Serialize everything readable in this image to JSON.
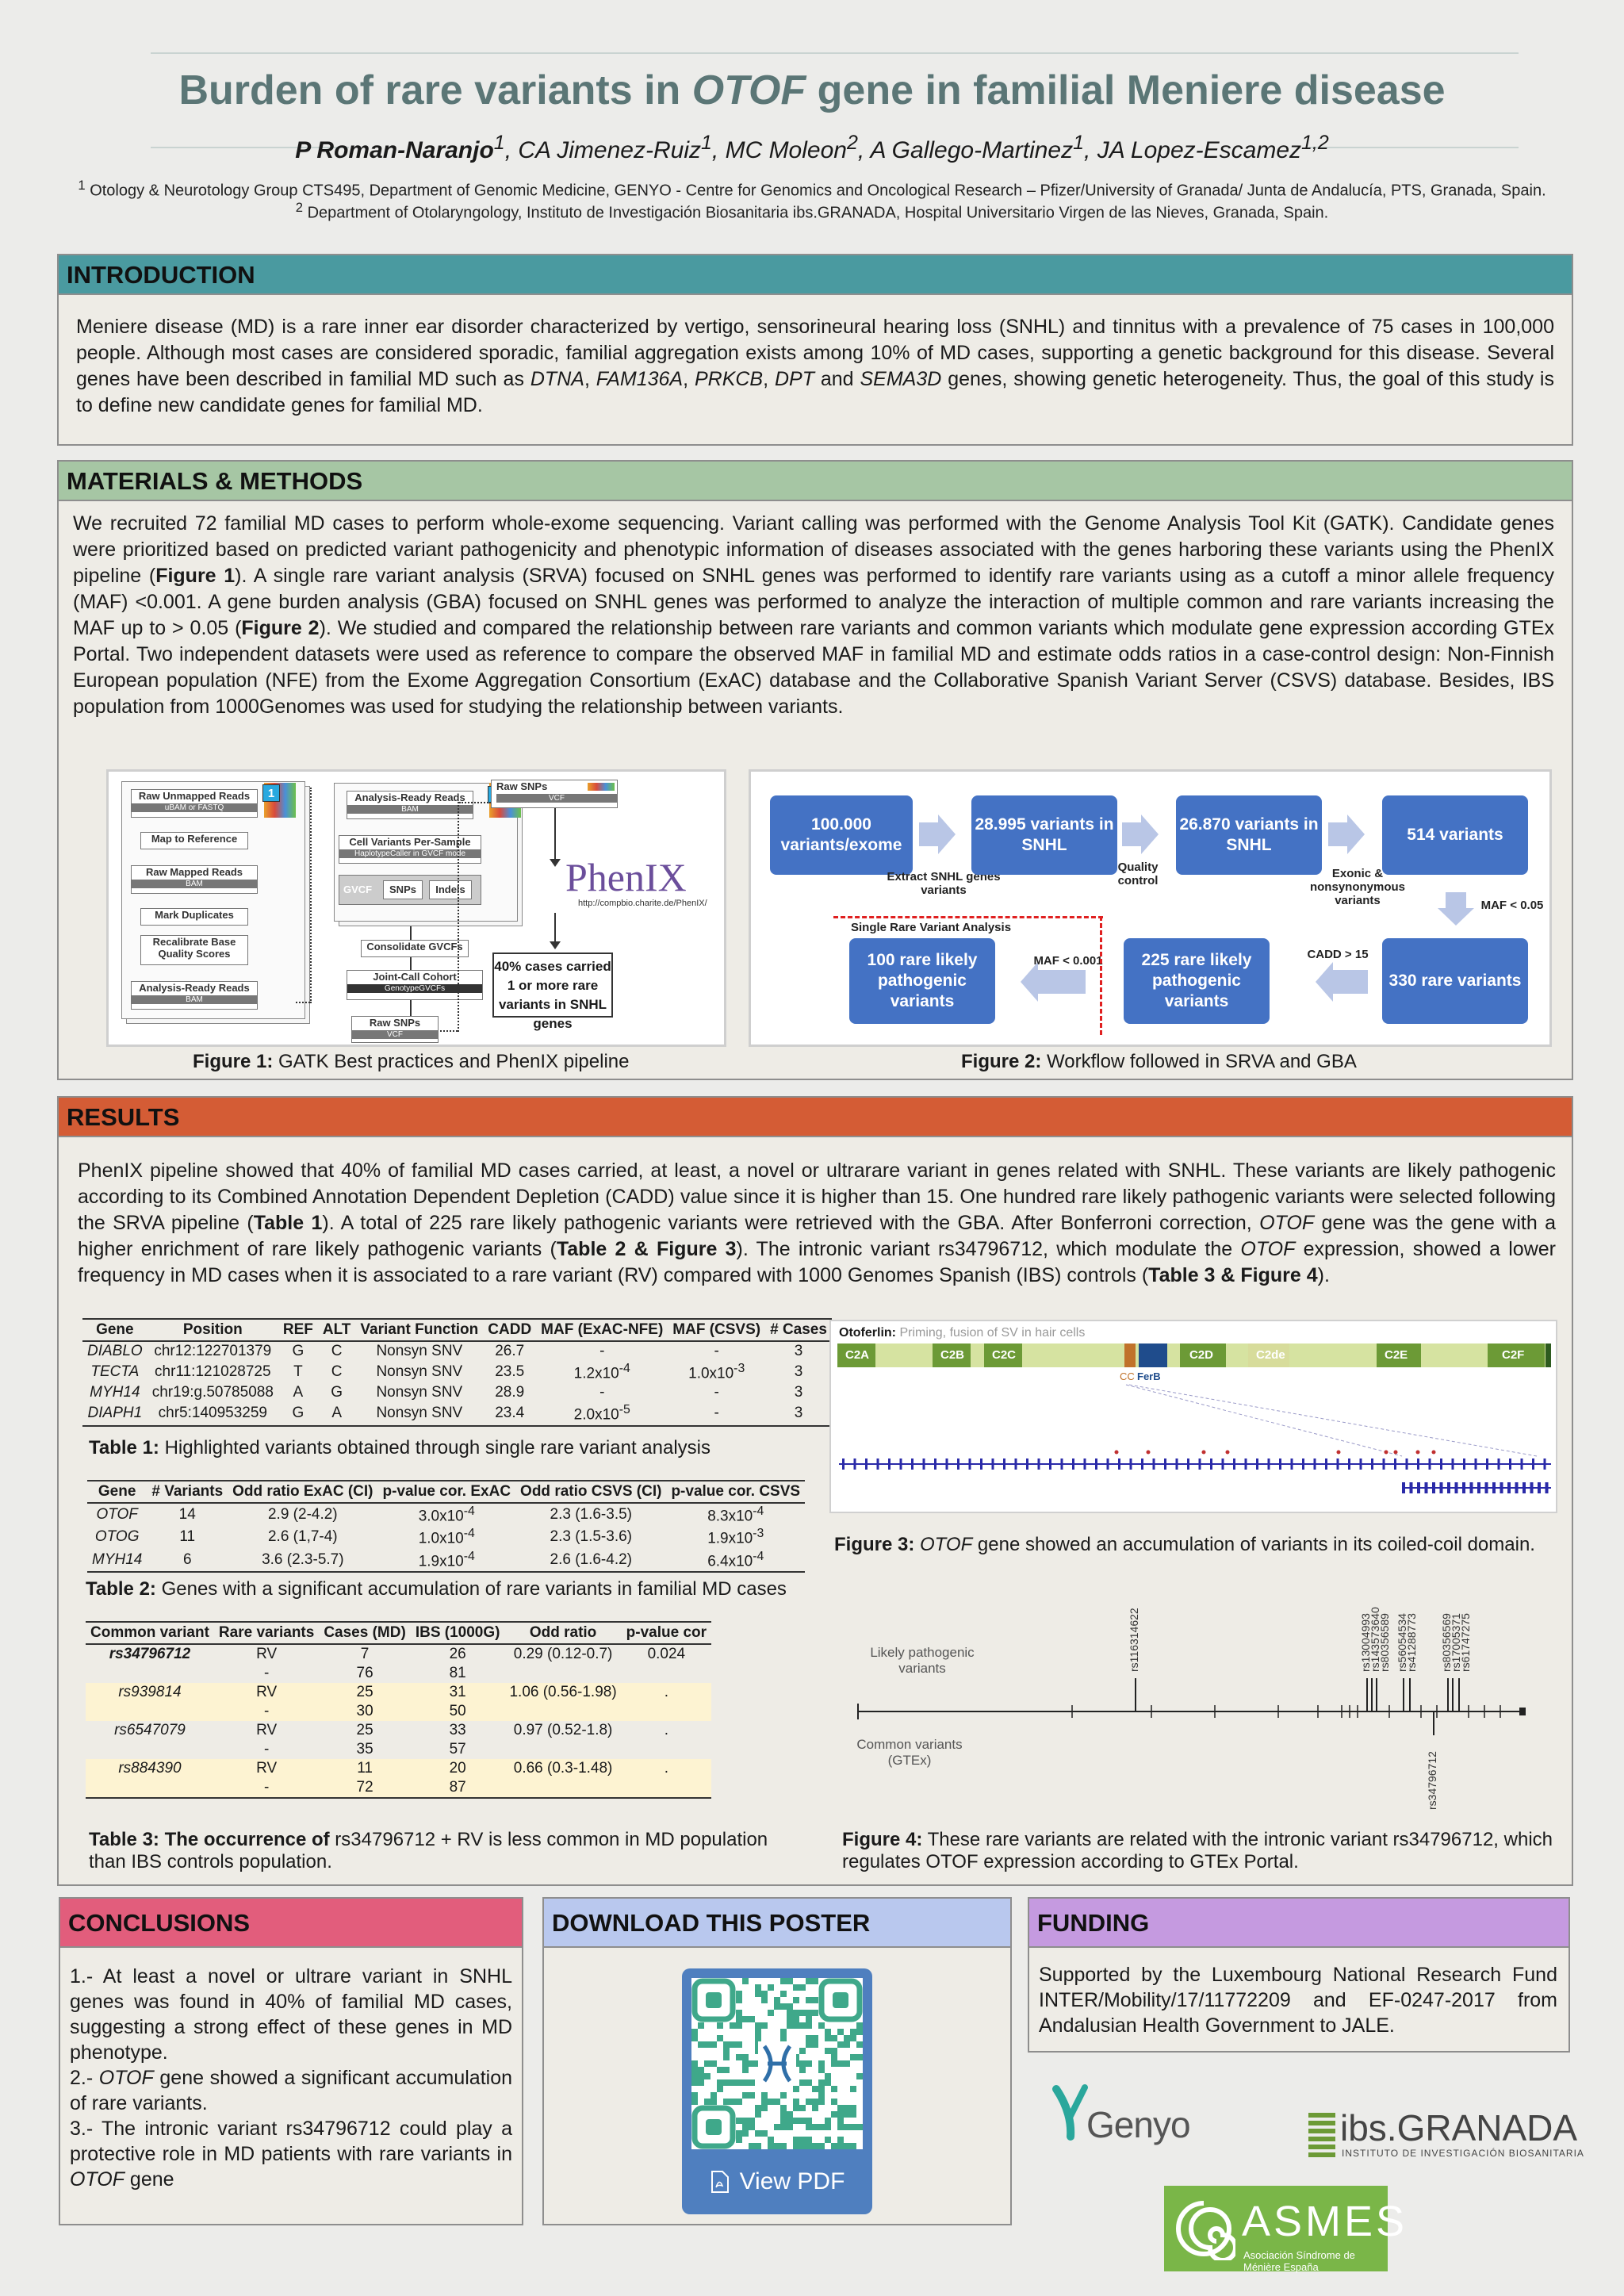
{
  "title": {
    "prefix": "Burden of rare variants in ",
    "gene": "OTOF",
    "suffix": " gene in familial Meniere disease"
  },
  "authors": [
    {
      "name": "P Roman-Naranjo",
      "sup": "1",
      "bold": true
    },
    {
      "name": "CA Jimenez-Ruiz",
      "sup": "1"
    },
    {
      "name": "MC Moleon",
      "sup": "2"
    },
    {
      "name": "A Gallego-Martinez",
      "sup": "1"
    },
    {
      "name": "JA Lopez-Escamez",
      "sup": "1,2"
    }
  ],
  "affiliations": [
    {
      "sup": "1",
      "text": "Otology & Neurotology Group CTS495, Department of Genomic Medicine, GENYO - Centre for Genomics and Oncological Research – Pfizer/University of Granada/ Junta de Andalucía, PTS, Granada, Spain."
    },
    {
      "sup": "2",
      "text": "Department of Otolaryngology, Instituto de Investigación Biosanitaria ibs.GRANADA, Hospital Universitario Virgen de las Nieves, Granada, Spain."
    }
  ],
  "colors": {
    "title": "#5b7676",
    "intro": "#4a9aa0",
    "methods": "#a6c6a4",
    "results": "#d45c35",
    "conclusions": "#e25d7c",
    "download": "#b9c8ee",
    "funding": "#c59ae0",
    "flow": "#4472c4"
  },
  "introduction": {
    "heading": "INTRODUCTION",
    "text": "Meniere disease (MD) is a rare inner ear disorder characterized by vertigo, sensorineural hearing loss (SNHL) and tinnitus with a prevalence of 75 cases in 100,000 people. Although most cases are considered sporadic, familial aggregation exists among 10% of MD cases, supporting a genetic background for this disease. Several genes have been described in familial MD such as DTNA, FAM136A, PRKCB, DPT and SEMA3D genes, showing genetic heterogeneity. Thus, the goal of this study is to define new candidate genes for familial MD."
  },
  "methods": {
    "heading": "MATERIALS & METHODS",
    "text": "We recruited 72 familial MD cases to perform whole-exome sequencing. Variant calling was performed with the Genome Analysis Tool Kit (GATK). Candidate genes were prioritized based on predicted variant pathogenicity and phenotypic information of diseases associated with the genes harboring these variants using the PhenIX pipeline (Figure 1). A single rare variant analysis (SRVA) focused on SNHL genes was performed to identify rare variants using as a cutoff a minor allele frequency (MAF) <0.001. A gene burden analysis (GBA) focused on SNHL genes was performed to analyze the interaction of multiple common and rare variants increasing the MAF up to > 0.05 (Figure 2). We studied and compared the relationship between rare variants and common variants which modulate gene expression according GTEx Portal. Two independent datasets were used as reference to compare the observed MAF in familial MD and estimate odds ratios in a case-control design: Non-Finnish European population (NFE) from the Exome Aggregation Consortium (ExAC) database and the Collaborative Spanish Variant Server (CSVS) database. Besides, IBS population from 1000Genomes was used for studying the relationship between variants.",
    "fig1": {
      "col1": [
        {
          "label": "Raw Unmapped Reads",
          "sub": "uBAM or FASTQ"
        },
        {
          "label": "Map to Reference",
          "sub": ""
        },
        {
          "label": "Raw Mapped Reads",
          "sub": "BAM"
        },
        {
          "label": "Mark Duplicates",
          "sub": ""
        },
        {
          "label": "Recalibrate Base Quality Scores",
          "sub": ""
        },
        {
          "label": "Analysis-Ready Reads",
          "sub": "BAM"
        }
      ],
      "col2": [
        {
          "label": "Analysis-Ready Reads",
          "sub": "BAM"
        },
        {
          "label": "Cell Variants Per-Sample",
          "sub": "HaplotypeCaller in GVCF mode"
        },
        {
          "label": "GVCF",
          "sub": ""
        },
        {
          "label": "SNPs",
          "sub": ""
        },
        {
          "label": "Indels",
          "sub": ""
        },
        {
          "label": "Consolidate GVCFs",
          "sub": ""
        },
        {
          "label": "Joint-Call Cohort",
          "sub": "GenotypeGVCFs"
        },
        {
          "label": "Raw SNPs",
          "sub": "VCF"
        }
      ],
      "badge": "1",
      "raw_snps": {
        "label": "Raw SNPs",
        "sub": "VCF"
      },
      "phenix_logo": "PhenIX",
      "phenix_url": "http://compbio.charite.de/PhenIX/",
      "result_box": "40% cases carried 1 or more rare variants in SNHL genes",
      "caption_label": "Figure 1:",
      "caption": " GATK Best practices and PhenIX pipeline"
    },
    "fig2": {
      "nodes": [
        "100.000 variants/exome",
        "28.995 variants in SNHL",
        "26.870 variants in SNHL",
        "514 variants",
        "330 rare variants",
        "225 rare likely pathogenic variants",
        "100 rare likely pathogenic variants"
      ],
      "labels": {
        "extract": "Extract SNHL genes variants",
        "quality": "Quality control",
        "exonic": "Exonic & nonsynonymous variants",
        "maf05": "MAF < 0.05",
        "cadd": "CADD > 15",
        "maf001": "MAF < 0.001",
        "srva": "Single Rare Variant Analysis"
      },
      "caption_label": "Figure 2:",
      "caption": " Workflow followed in SRVA and GBA"
    }
  },
  "results": {
    "heading": "RESULTS",
    "text": "PhenIX pipeline showed that 40% of familial MD cases carried, at least, a novel or ultrarare variant in genes related with SNHL. These variants are likely pathogenic according to its Combined Annotation Dependent Depletion (CADD) value since it is higher than 15. One hundred rare likely pathogenic variants were selected following the SRVA pipeline (Table 1). A total of 225 rare likely pathogenic variants were retrieved with the GBA. After Bonferroni correction, OTOF gene was the gene with a higher enrichment of rare likely pathogenic variants (Table 2 & Figure 3). The intronic variant rs34796712, which modulate the OTOF expression, showed a lower frequency in MD cases when it is associated to a rare variant (RV) compared with 1000 Genomes Spanish (IBS) controls (Table 3 & Figure 4).",
    "table1": {
      "headers": [
        "Gene",
        "Position",
        "REF",
        "ALT",
        "Variant Function",
        "CADD",
        "MAF (ExAC-NFE)",
        "MAF (CSVS)",
        "# Cases"
      ],
      "rows": [
        [
          "DIABLO",
          "chr12:122701379",
          "G",
          "C",
          "Nonsyn SNV",
          "26.7",
          "-",
          "-",
          "3"
        ],
        [
          "TECTA",
          "chr11:121028725",
          "T",
          "C",
          "Nonsyn SNV",
          "23.5",
          "1.2x10-4",
          "1.0x10-3",
          "3"
        ],
        [
          "MYH14",
          "chr19:g.50785088",
          "A",
          "G",
          "Nonsyn SNV",
          "28.9",
          "-",
          "-",
          "3"
        ],
        [
          "DIAPH1",
          "chr5:140953259",
          "G",
          "A",
          "Nonsyn SNV",
          "23.4",
          "2.0x10-5",
          "-",
          "3"
        ]
      ],
      "caption_label": "Table 1:",
      "caption": " Highlighted variants obtained through single rare variant analysis"
    },
    "table2": {
      "headers": [
        "Gene",
        "# Variants",
        "Odd ratio ExAC (CI)",
        "p-value cor. ExAC",
        "Odd ratio CSVS (CI)",
        "p-value cor. CSVS"
      ],
      "rows": [
        [
          "OTOF",
          "14",
          "2.9 (2-4.2)",
          "3.0x10-4",
          "2.3 (1.6-3.5)",
          "8.3x10-4"
        ],
        [
          "OTOG",
          "11",
          "2.6 (1,7-4)",
          "1.0x10-4",
          "2.3 (1.5-3.6)",
          "1.9x10-3"
        ],
        [
          "MYH14",
          "6",
          "3.6 (2.3-5.7)",
          "1.9x10-4",
          "2.6 (1.6-4.2)",
          "6.4x10-4"
        ]
      ],
      "caption_label": "Table 2:",
      "caption": " Genes with a significant accumulation of rare variants in familial MD cases"
    },
    "table3": {
      "headers": [
        "Common variant",
        "Rare variants",
        "Cases  (MD)",
        "IBS (1000G)",
        "Odd ratio",
        "p-value cor"
      ],
      "rows": [
        [
          "rs34796712",
          "RV",
          "7",
          "26",
          "0.29 (0.12-0.7)",
          "0.024"
        ],
        [
          "",
          "-",
          "76",
          "81",
          "",
          ""
        ],
        [
          "rs939814",
          "RV",
          "25",
          "31",
          "1.06 (0.56-1.98)",
          "."
        ],
        [
          "",
          "-",
          "30",
          "50",
          "",
          ""
        ],
        [
          "rs6547079",
          "RV",
          "25",
          "33",
          "0.97 (0.52-1.8)",
          "."
        ],
        [
          "",
          "-",
          "35",
          "57",
          "",
          ""
        ],
        [
          "rs884390",
          "RV",
          "11",
          "20",
          "0.66 (0.3-1.48)",
          "."
        ],
        [
          "",
          "-",
          "72",
          "87",
          "",
          ""
        ]
      ],
      "caption_bold": "Table 3: The occurrence of",
      "caption": " rs34796712 + RV is less common in MD population than IBS controls population."
    },
    "fig3": {
      "protein": "Otoferlin:",
      "protein_desc": " Priming, fusion of SV in hair cells",
      "domains": [
        "C2A",
        "C2B",
        "C2C",
        "C2D",
        "C2de",
        "C2E",
        "C2F"
      ],
      "cc": "CC",
      "ferb": "FerB",
      "caption_label": "Figure 3:",
      "caption_gene": " OTOF",
      "caption": " gene showed an accumulation of variants in its coiled-coil domain."
    },
    "fig4": {
      "label_top": "Likely pathogenic variants",
      "label_bottom": "Common variants (GTEx)",
      "top_variants": [
        "rs116314622",
        "rs13004993",
        "rs143573640",
        "rs80356589",
        "rs56054534",
        "rs41288773",
        "rs80356569",
        "rs17005371",
        "rs61747275"
      ],
      "bottom_variant": "rs34796712",
      "caption_label": "Figure 4:",
      "caption": " These rare variants are related with the intronic variant rs34796712, which regulates OTOF expression according to GTEx Portal."
    }
  },
  "conclusions": {
    "heading": "CONCLUSIONS",
    "items": [
      "1.-  At least a novel or ultrare variant in SNHL genes was found in 40% of familial MD cases, suggesting a strong effect of these genes in MD phenotype.",
      "2.- OTOF gene showed a significant accumulation of rare variants.",
      "3.- The intronic variant rs34796712 could play a protective role in MD patients with rare variants in OTOF gene"
    ]
  },
  "download": {
    "heading": "DOWNLOAD THIS POSTER",
    "button": "View PDF"
  },
  "funding": {
    "heading": "FUNDING",
    "text": "Supported by the Luxembourg National Research Fund INTER/Mobility/17/11772209 and EF-0247-2017 from Andalusian Health Government to JALE."
  },
  "logos": {
    "genyo": "Genyo",
    "ibs": "ibs.GRANADA",
    "ibs_sub": "INSTITUTO DE INVESTIGACIÓN BIOSANITARIA",
    "asmes": "ASMES",
    "asmes_sub": "Asociación Síndrome de Ménière España"
  }
}
